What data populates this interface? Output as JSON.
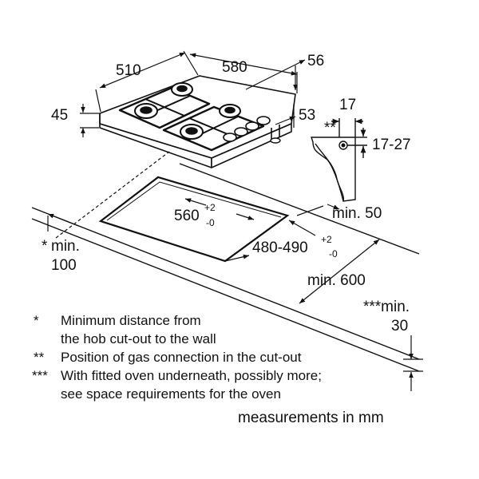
{
  "dimensions": {
    "hob_depth": "510",
    "hob_width": "580",
    "hob_height": "45",
    "hob_top_offset": "56",
    "hob_rear_offset": "53",
    "gas_conn_width": "17",
    "gas_conn_marker": "**",
    "gas_conn_height": "17-27",
    "cutout_width": "560",
    "cutout_width_tol_plus": "+2",
    "cutout_width_tol_minus": "-0",
    "cutout_depth": "480-490",
    "cutout_depth_tol_plus": "+2",
    "cutout_depth_tol_minus": "-0",
    "min_rear": "min. 50",
    "min_worktop": "min. 600",
    "min_wall_marker": "*",
    "min_wall_label": "min.",
    "min_wall_value": "100",
    "min_thickness_label": "***min.",
    "min_thickness_value": "30"
  },
  "notes": [
    {
      "symbol": "*",
      "line1": "Minimum distance from",
      "line2": "the hob cut-out to the wall"
    },
    {
      "symbol": "**",
      "line1": "Position of gas connection in the cut-out",
      "line2": ""
    },
    {
      "symbol": "***",
      "line1": "With fitted oven underneath, possibly more;",
      "line2": "see space requirements for the oven"
    }
  ],
  "units_note": "measurements in mm"
}
